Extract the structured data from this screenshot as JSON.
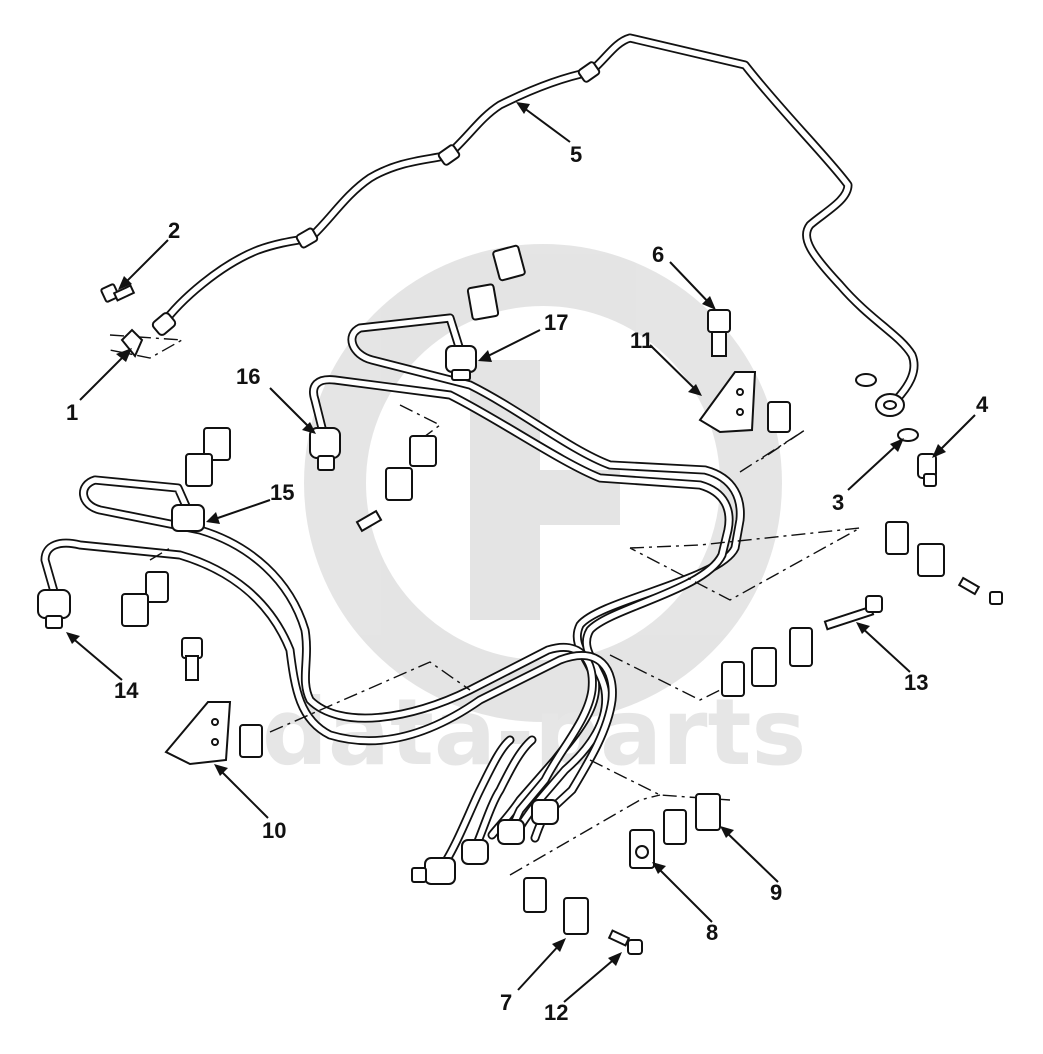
{
  "watermark": {
    "text": "data-parts",
    "color": "#d3d3d3"
  },
  "callouts": [
    "1",
    "2",
    "3",
    "4",
    "5",
    "6",
    "7",
    "8",
    "9",
    "10",
    "11",
    "12",
    "13",
    "14",
    "15",
    "16",
    "17"
  ]
}
